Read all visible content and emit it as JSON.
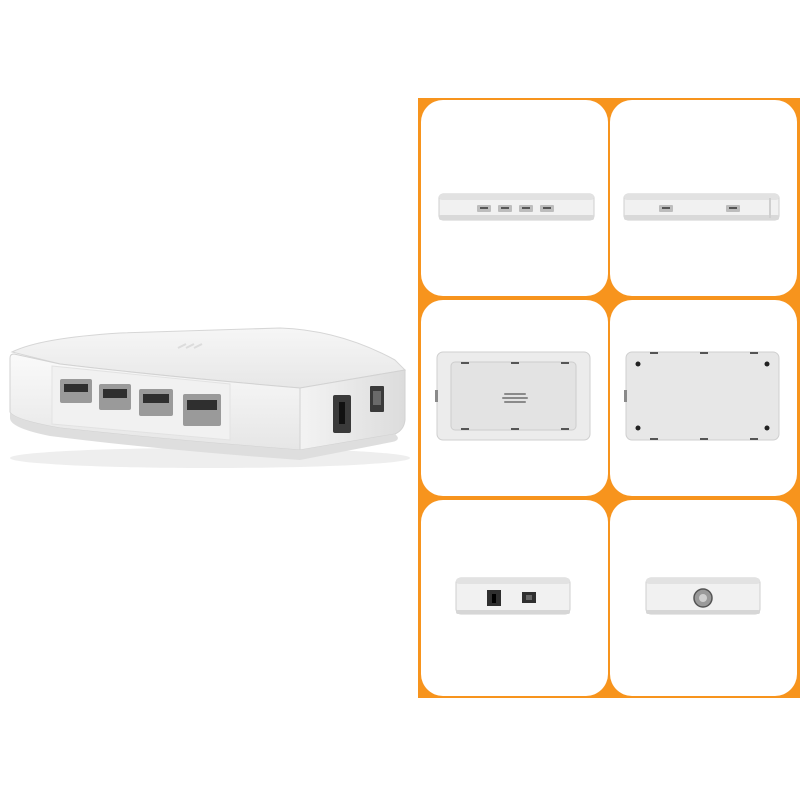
{
  "colors": {
    "accent": "#f7941d",
    "device_body": "#f4f4f4",
    "device_top": "#ececec",
    "port_dark": "#3a3a3a",
    "port_light": "#d8d8d8"
  },
  "main_image": {
    "subject": "white-usb-hub",
    "usb_port_count": 4
  },
  "gallery": {
    "views": [
      {
        "view": "front-view"
      },
      {
        "view": "rear-view"
      },
      {
        "view": "top-view"
      },
      {
        "view": "bottom-view"
      },
      {
        "view": "left-side-view"
      },
      {
        "view": "right-side-view"
      }
    ]
  }
}
